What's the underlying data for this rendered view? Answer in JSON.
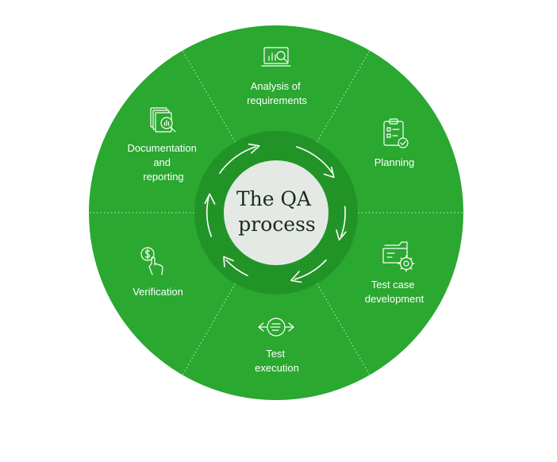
{
  "diagram": {
    "center": {
      "lines": [
        "The QA",
        "process"
      ]
    },
    "segments": [
      {
        "id": "analysis",
        "icon": "analysis-chart-icon",
        "lines": [
          "Analysis of",
          "requirements"
        ]
      },
      {
        "id": "planning",
        "icon": "clipboard-check-icon",
        "lines": [
          "Planning"
        ]
      },
      {
        "id": "test-case-development",
        "icon": "folder-gear-icon",
        "lines": [
          "Test case",
          "development"
        ]
      },
      {
        "id": "test-execution",
        "icon": "code-arrows-icon",
        "lines": [
          "Test",
          "execution"
        ]
      },
      {
        "id": "verification",
        "icon": "hand-dollar-icon",
        "lines": [
          "Verification"
        ]
      },
      {
        "id": "documentation",
        "icon": "documents-search-icon",
        "lines": [
          "Documentation",
          "and",
          "reporting"
        ]
      }
    ],
    "colors": {
      "ring": "#2aa830",
      "inner_ring": "#229427",
      "center_fill": "#e4e9e5",
      "text": "#ffffff",
      "title": "#1b2a1f"
    }
  }
}
